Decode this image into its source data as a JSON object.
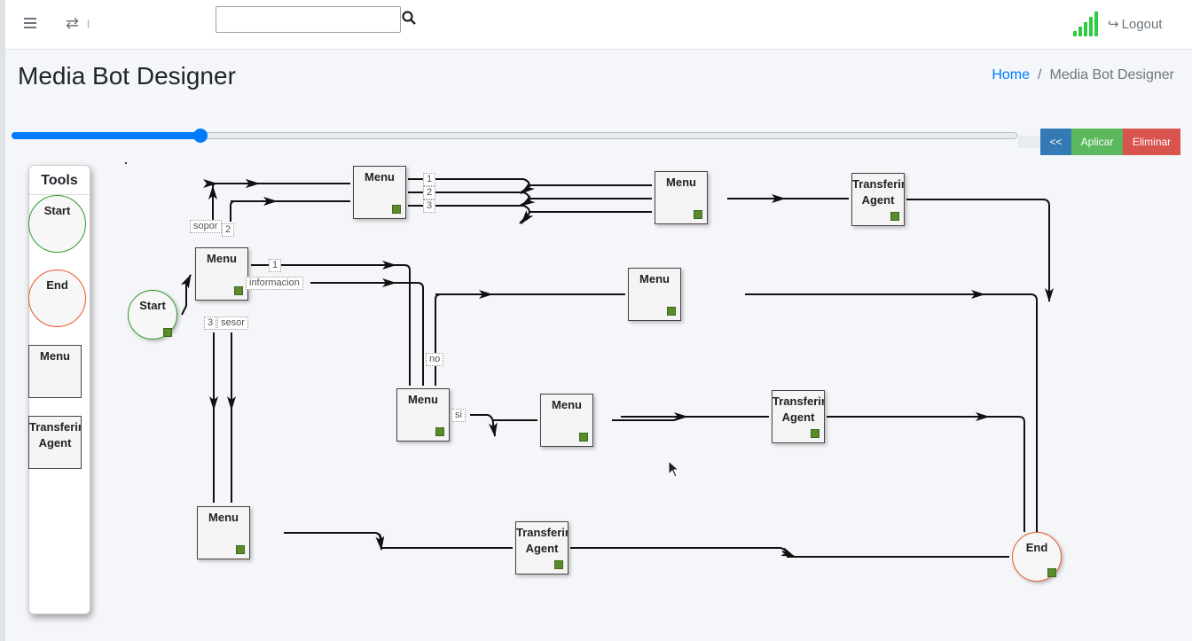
{
  "topbar": {
    "retweet_label": "l",
    "search": {
      "value": "",
      "placeholder": ""
    },
    "logout_label": "Logout",
    "signal_color": "#2ecc40"
  },
  "page": {
    "title": "Media Bot Designer",
    "breadcrumb": {
      "home": "Home",
      "separator": "/",
      "current": "Media Bot Designer"
    }
  },
  "slider": {
    "fraction": 0.188
  },
  "buttons": {
    "back": "<<",
    "apply": "Aplicar",
    "delete": "Eliminar"
  },
  "colors": {
    "primary": "#007bff",
    "apply": "#5cb85c",
    "delete": "#d9534f",
    "back": "#337ab7",
    "port": "#5a8a2a",
    "start_border": "#2e9a2e",
    "end_border": "#e8582a"
  },
  "tools": {
    "title": "Tools",
    "items": [
      {
        "kind": "start",
        "label": "Start"
      },
      {
        "kind": "end",
        "label": "End"
      },
      {
        "kind": "menu",
        "label": "Menu"
      },
      {
        "kind": "transfer",
        "label": "Transferir\nAgent"
      }
    ]
  },
  "canvas": {
    "nodes": [
      {
        "id": "start",
        "kind": "start",
        "label": "Start"
      },
      {
        "id": "menu-main",
        "kind": "menu",
        "label": "Menu"
      },
      {
        "id": "menu-top",
        "kind": "menu",
        "label": "Menu"
      },
      {
        "id": "menu-top-right",
        "kind": "menu",
        "label": "Menu"
      },
      {
        "id": "transfer-top",
        "kind": "transfer",
        "label": "Transferir\nAgent"
      },
      {
        "id": "menu-mid-right",
        "kind": "menu",
        "label": "Menu"
      },
      {
        "id": "menu-center",
        "kind": "menu",
        "label": "Menu"
      },
      {
        "id": "menu-si",
        "kind": "menu",
        "label": "Menu"
      },
      {
        "id": "transfer-mid",
        "kind": "transfer",
        "label": "Transferir\nAgent"
      },
      {
        "id": "menu-bottom",
        "kind": "menu",
        "label": "Menu"
      },
      {
        "id": "transfer-bottom",
        "kind": "transfer",
        "label": "Transferir\nAgent"
      },
      {
        "id": "end",
        "kind": "end",
        "label": "End"
      }
    ],
    "edge_labels": {
      "top_1": "1",
      "top_2": "2",
      "top_3": "3",
      "soporte": "sopor",
      "soporte_num": "2",
      "main_1": "1",
      "informacion": "informacion",
      "main_3": "3",
      "asesor": "sesor",
      "no": "no",
      "si": "si"
    }
  }
}
